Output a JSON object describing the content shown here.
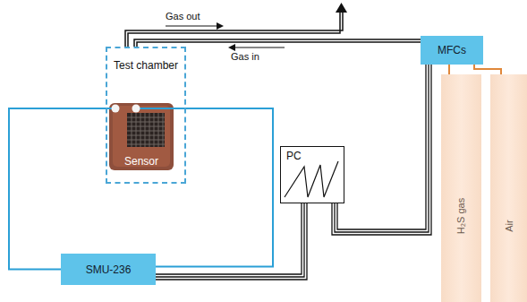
{
  "diagram": {
    "nodes": [
      {
        "text": [
          "Test chamber"
        ]
      },
      {
        "text": [
          "Sensor"
        ],
        "in": 0
      },
      {
        "text": [
          "MFCs"
        ]
      },
      {
        "text": [
          "PC"
        ]
      },
      {
        "text": [
          "SMU-236"
        ]
      },
      {
        "text": [
          "H₂S gas"
        ]
      },
      {
        "text": [
          "Air"
        ]
      }
    ],
    "edges": [
      {
        "from": 2,
        "to": 0,
        "arrow": "none"
      },
      {
        "from": 1,
        "to": 4,
        "arrow": "none"
      },
      {
        "from": 1,
        "to": 4,
        "arrow": "none"
      },
      {
        "from": 4,
        "to": 3,
        "arrow": "none"
      },
      {
        "from": 3,
        "to": 2,
        "arrow": "none"
      },
      {
        "from": 5,
        "to": 2,
        "arrow": "none"
      },
      {
        "from": 6,
        "to": 2,
        "arrow": "none"
      }
    ],
    "labels": [
      "Gas out",
      "Gas in"
    ]
  }
}
